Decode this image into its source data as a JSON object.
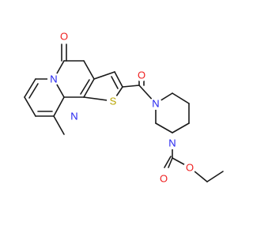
{
  "colors": {
    "bond": "#1a1a1a",
    "background": "#ffffff",
    "nitrogen": "#1f1fef",
    "oxygen": "#ef1f1f",
    "sulfur": "#b8a400"
  },
  "atoms": {
    "o_carbonyl_top": "O",
    "n_pyridine": "N",
    "n_pyrimidine": "N",
    "s_thiophene": "S",
    "o_amide": "O",
    "n_piperazine_top": "N",
    "n_piperazine_bottom": "N",
    "o_carbamate_double": "O",
    "o_carbamate_ester": "O"
  }
}
